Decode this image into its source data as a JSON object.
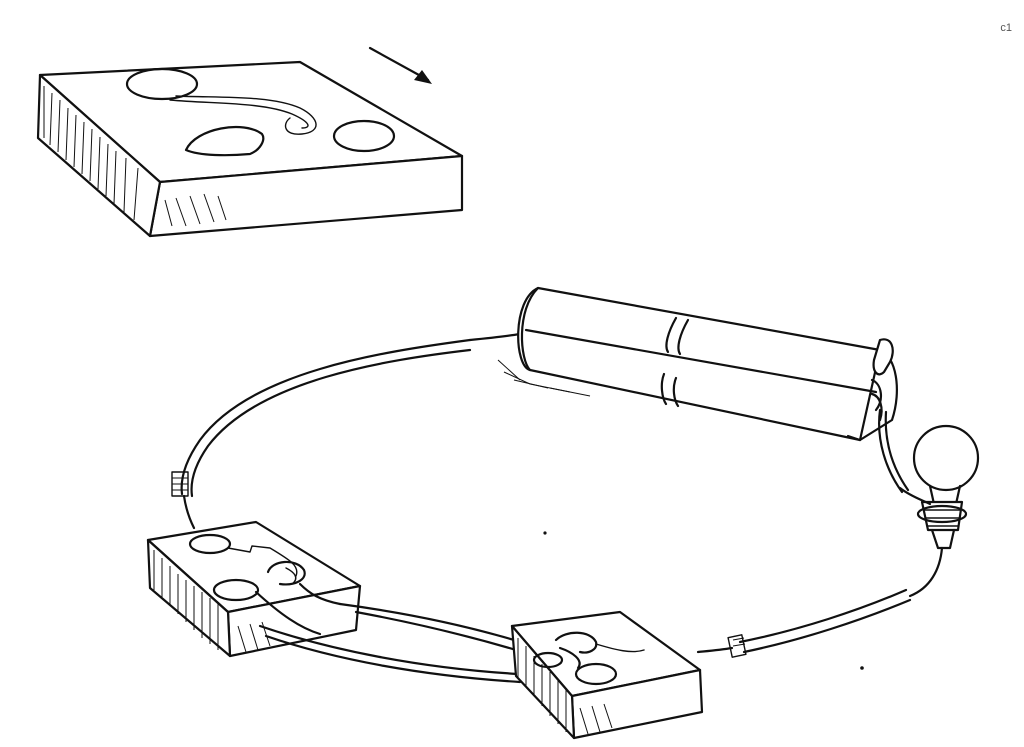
{
  "figure": {
    "corner_mark": "c1"
  },
  "components": {
    "template_board": "circuit-template-board",
    "battery": "battery-cell",
    "bulb": "light-bulb",
    "switch_board_left": "circuit-board-left",
    "switch_board_right": "circuit-board-right"
  },
  "icons": {
    "direction_arrow": "arrow-down-right-icon"
  },
  "colors": {
    "ink": "#111111",
    "paper": "#ffffff"
  }
}
